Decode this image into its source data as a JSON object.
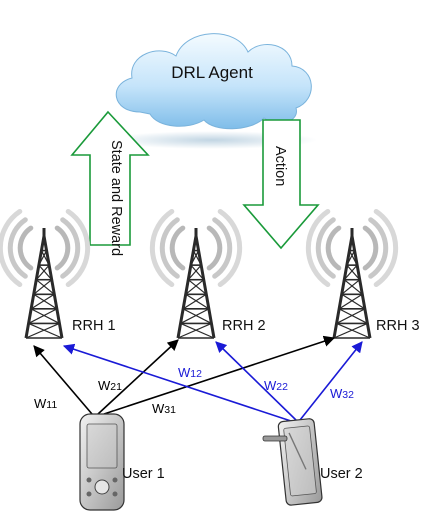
{
  "agent": {
    "label": "DRL Agent"
  },
  "flows": {
    "state_reward": "State and Reward",
    "action": "Action"
  },
  "towers": [
    {
      "label": "RRH 1"
    },
    {
      "label": "RRH 2"
    },
    {
      "label": "RRH 3"
    }
  ],
  "users": [
    {
      "label": "User 1"
    },
    {
      "label": "User 2"
    }
  ],
  "links": [
    {
      "id": "w11",
      "label": "W11",
      "color": "#000000"
    },
    {
      "id": "w21",
      "label": "W21",
      "color": "#000000"
    },
    {
      "id": "w31",
      "label": "W31",
      "color": "#000000"
    },
    {
      "id": "w12",
      "label": "W12",
      "color": "#1a1ad6"
    },
    {
      "id": "w22",
      "label": "W22",
      "color": "#1a1ad6"
    },
    {
      "id": "w32",
      "label": "W32",
      "color": "#1a1ad6"
    }
  ],
  "colors": {
    "arrow_outline": "#1a9a3a",
    "cloud_top": "#eaf6ff",
    "cloud_bottom": "#8ec7f0",
    "tower": "#2a2a2a"
  }
}
